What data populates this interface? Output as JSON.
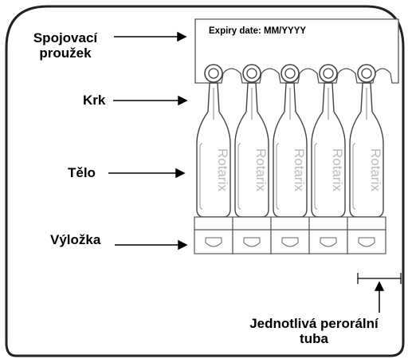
{
  "labels": {
    "spojovaci_1": "Spojovací",
    "spojovaci_2": "proužek",
    "krk": "Krk",
    "telo": "Tělo",
    "vylozka": "Výložka",
    "jednotliva_1": "Jednotlivá perorální",
    "jednotliva_2": "tuba"
  },
  "strip": {
    "expiry": "Expiry date: MM/YYYY"
  },
  "tube_brand": "Rotarix",
  "tube_count": 5
}
